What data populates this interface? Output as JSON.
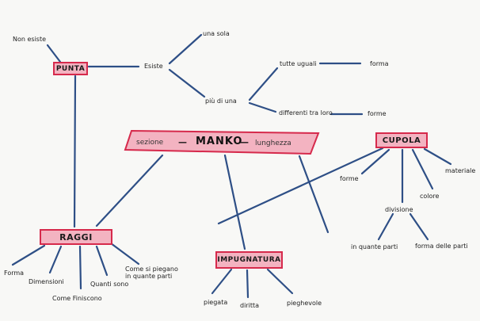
{
  "nodes": {
    "punta": "PUNTA",
    "raggi": "RAGGI",
    "impugnatura": "IMPUGNATURA",
    "cupola": "CUPOLA"
  },
  "manko": {
    "title": "MANKO",
    "left": "sezione",
    "right": "lunghezza"
  },
  "labels": {
    "non_esiste": "Non esiste",
    "esiste": "Esiste",
    "una_sola": "una sola",
    "piu_di_una": "più di una",
    "tutte_uguali": "tutte uguali",
    "differenti": "differenti tra loro",
    "forma": "forma",
    "forme": "forme",
    "cupola_forme": "forme",
    "materiale": "materiale",
    "colore": "colore",
    "divisione": "divisione",
    "in_quante_parti": "in quante parti",
    "forma_delle_parti": "forma delle parti",
    "raggi_forma": "Forma",
    "dimensioni": "Dimensioni",
    "come_finiscono": "Come Finiscono",
    "quanti_sono": "Quanti sono",
    "come_si_piegano": "Come si piegano\nin quante parti",
    "piegata": "piegata",
    "diritta": "diritta",
    "pieghevole": "pieghevole"
  },
  "colors": {
    "line": "#2e4f86",
    "box_fill": "#f3b3c1",
    "box_border": "#d62a4c",
    "text": "#222222"
  }
}
